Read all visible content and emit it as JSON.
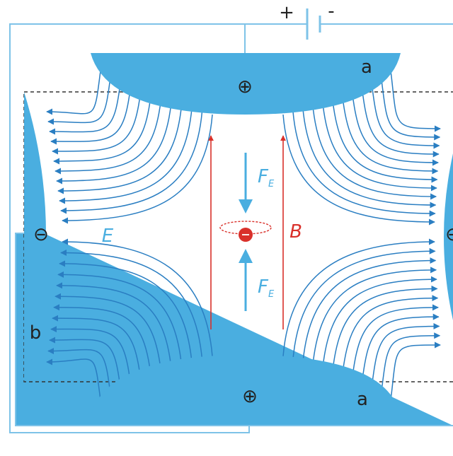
{
  "colors": {
    "electrode": "#4aaee0",
    "field_line": "#2a7ec2",
    "wire": "#7ec3e8",
    "magnetic": "#d9302a",
    "particle": "#d9302a",
    "dash": "#333333",
    "text_dark": "#222222"
  },
  "battery": {
    "plus": "+",
    "minus": "-"
  },
  "electrodes": {
    "top": {
      "sign": "⊕",
      "label": "a"
    },
    "bottom": {
      "sign": "⊕",
      "label": "a"
    },
    "left": {
      "sign": "⊖",
      "label": "b"
    },
    "right": {
      "sign": "⊖"
    }
  },
  "labels": {
    "electric_field": "E",
    "magnetic_field": "B",
    "force_main": "F",
    "force_sub": "E"
  },
  "icons": {
    "particle": "charged-particle-icon",
    "force_arrow": "arrow-icon"
  }
}
